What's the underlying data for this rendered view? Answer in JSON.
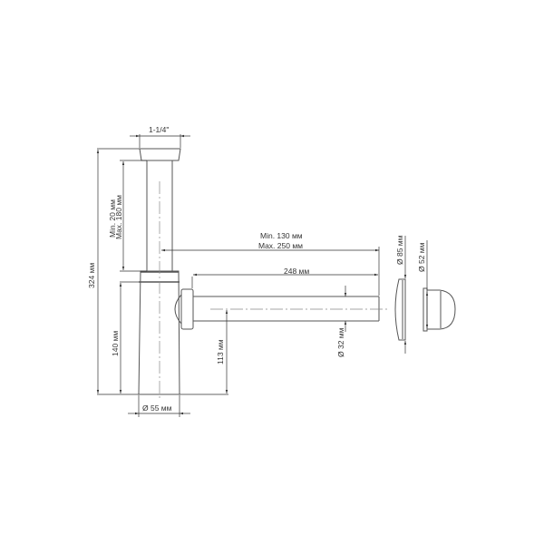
{
  "drawing": {
    "title": "Bottle trap (siphon) technical drawing",
    "stroke_color": "#555555",
    "dimensions": {
      "thread_size": "1-1/4\"",
      "height_adjust_min": "Min. 20 мм",
      "height_adjust_max": "Max. 180 мм",
      "total_height": "324 мм",
      "body_height": "140 мм",
      "body_diameter": "Ø 55 мм",
      "outlet_height": "113 мм",
      "pipe_length_min": "Min. 130 мм",
      "pipe_length_max": "Max. 250 мм",
      "pipe_length": "248 мм",
      "pipe_diameter": "Ø 32 мм",
      "rosette_diameter": "Ø 85 мм",
      "cap_diameter": "Ø 52 мм"
    }
  }
}
